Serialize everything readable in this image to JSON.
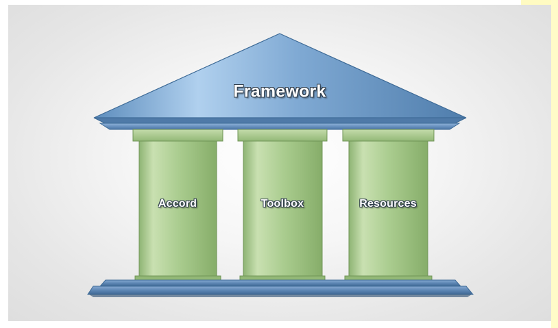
{
  "diagram": {
    "roof": {
      "label": "Framework"
    },
    "pillars": [
      {
        "label": "Accord"
      },
      {
        "label": "Toolbox"
      },
      {
        "label": "Resources"
      }
    ]
  },
  "colors": {
    "roof": "#6b99c6",
    "roof_light": "#b3d2ee",
    "roof_dark": "#3f6c9a",
    "beam": "#6d93bf",
    "pillar": "#a7c98d",
    "pillar_light": "#cfe3ba",
    "pillar_dark": "#7ea363",
    "base": "#5e87b6",
    "background": "#ececec",
    "accent_strip": "#fffbc8"
  }
}
